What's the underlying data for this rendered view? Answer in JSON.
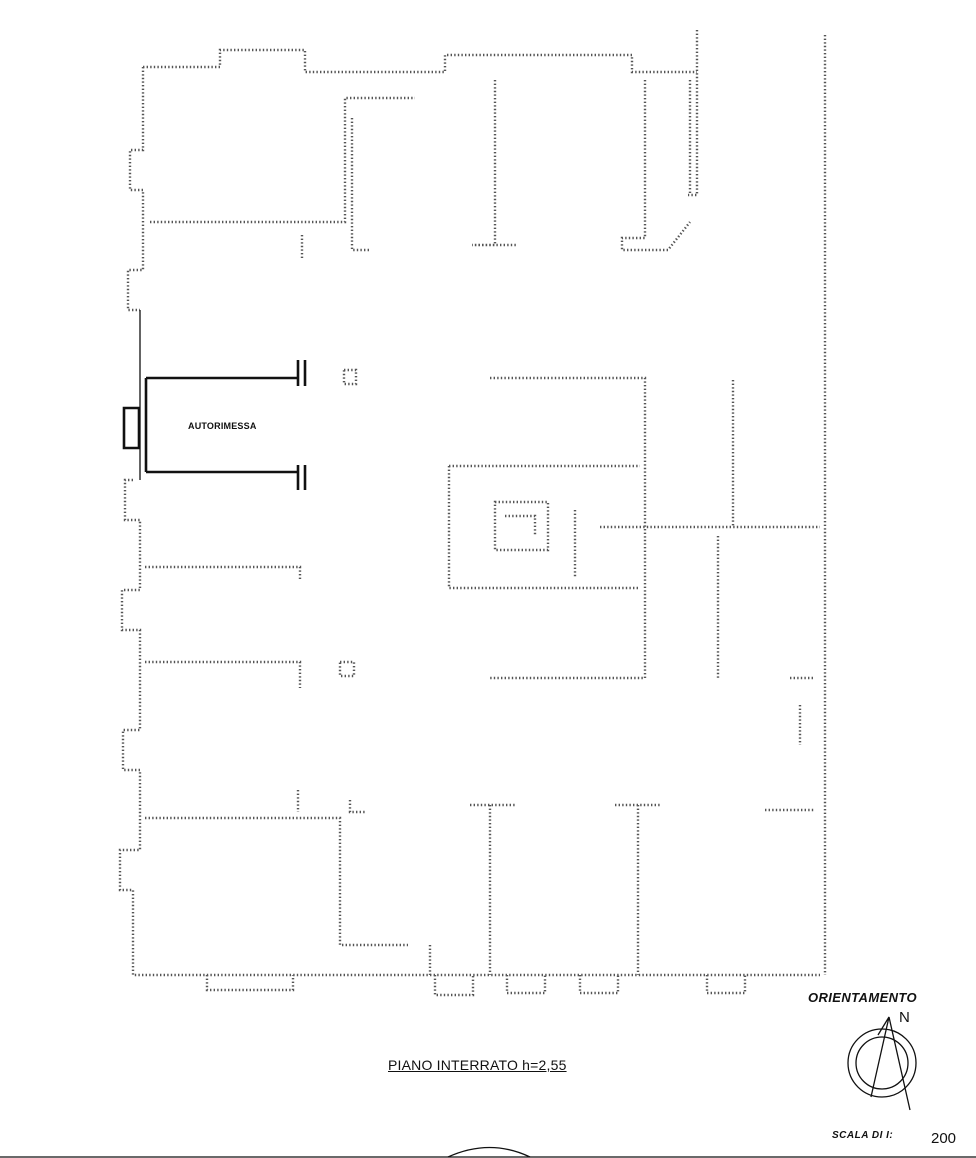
{
  "room_label": "AUTORIMESSA",
  "plan_title": "PIANO  INTERRATO  h=2,55",
  "orientation_label": "ORIENTAMENTO",
  "north_letter": "N",
  "scale_label": "SCALA DI I:",
  "scale_value": "200",
  "icons": [
    "compass-icon"
  ],
  "colors": {
    "line": "#555555",
    "garage_wall": "#111111",
    "background": "#ffffff"
  }
}
